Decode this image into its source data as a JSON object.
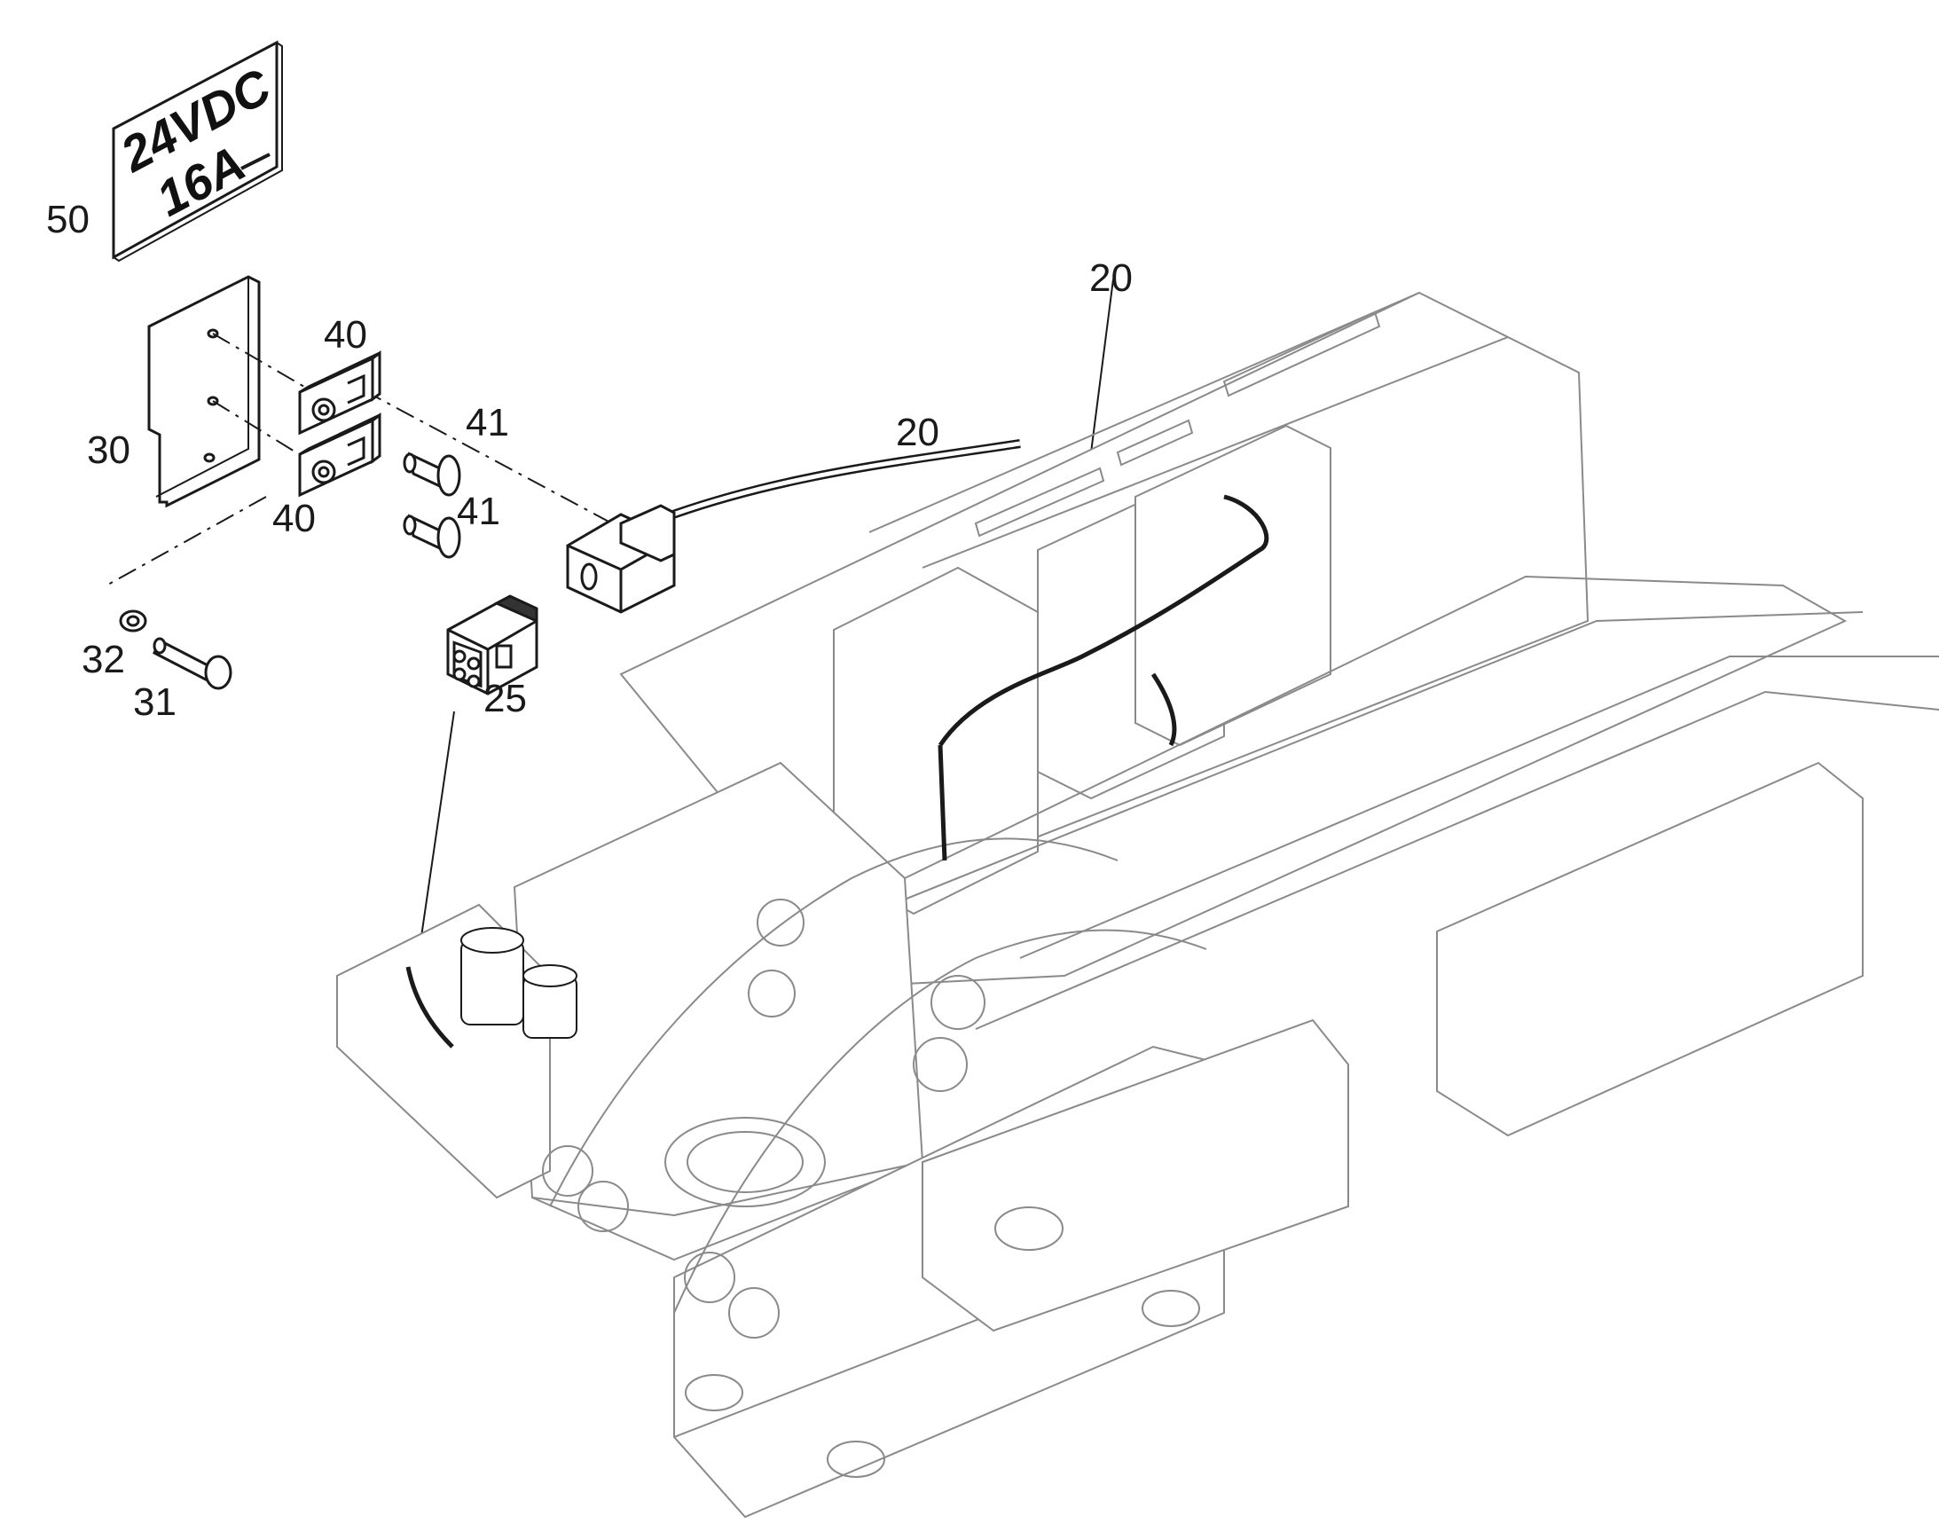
{
  "diagram": {
    "callouts": [
      {
        "id": "50",
        "text": "50"
      },
      {
        "id": "40a",
        "text": "40"
      },
      {
        "id": "41a",
        "text": "41"
      },
      {
        "id": "30",
        "text": "30"
      },
      {
        "id": "20a",
        "text": "20"
      },
      {
        "id": "20b",
        "text": "20"
      },
      {
        "id": "41b",
        "text": "41"
      },
      {
        "id": "40b",
        "text": "40"
      },
      {
        "id": "32",
        "text": "32"
      },
      {
        "id": "31",
        "text": "31"
      },
      {
        "id": "25",
        "text": "25"
      }
    ],
    "plate": {
      "line1": "24VDC",
      "line2": "16A"
    },
    "colors": {
      "line": "#1a1a1a",
      "frame": "#8a8a8a",
      "background": "#ffffff"
    }
  }
}
